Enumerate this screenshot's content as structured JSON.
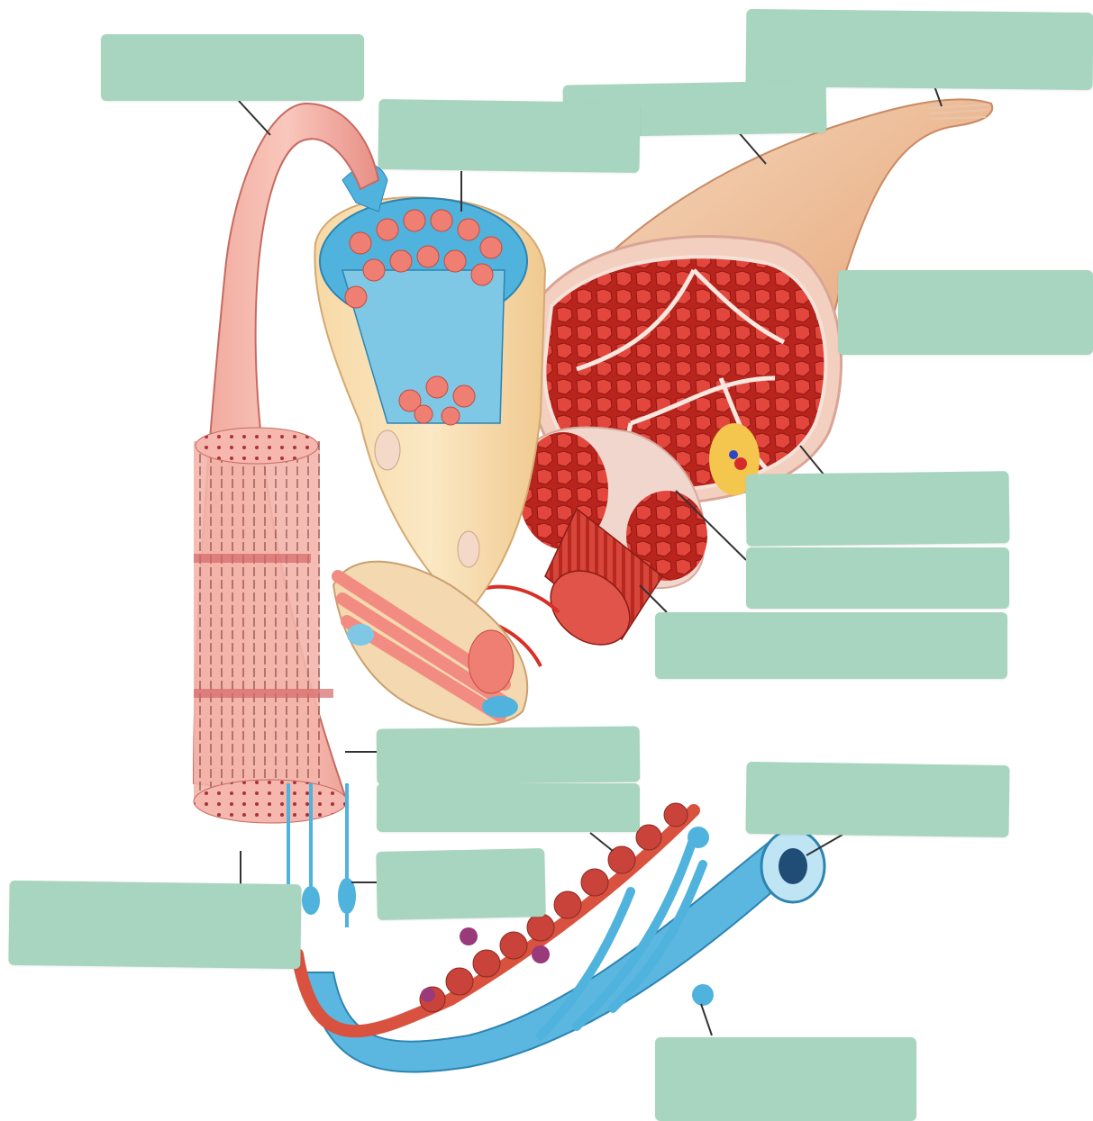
{
  "diagram": {
    "title": "",
    "labels": [
      {
        "id": "label-1",
        "text": ""
      },
      {
        "id": "label-2",
        "text": ""
      },
      {
        "id": "label-3",
        "text": ""
      },
      {
        "id": "label-4",
        "text": ""
      },
      {
        "id": "label-5",
        "text": ""
      },
      {
        "id": "label-6",
        "text": ""
      },
      {
        "id": "label-7",
        "text": ""
      },
      {
        "id": "label-8",
        "text": ""
      },
      {
        "id": "label-9",
        "text": ""
      },
      {
        "id": "label-10",
        "text": ""
      },
      {
        "id": "label-11",
        "text": ""
      },
      {
        "id": "label-12",
        "text": ""
      },
      {
        "id": "label-13",
        "text": ""
      },
      {
        "id": "label-14",
        "text": ""
      },
      {
        "id": "label-15",
        "text": ""
      }
    ]
  },
  "colors": {
    "label_fill": "#a8d5bf",
    "muscle_red": "#d9362f",
    "sarcoplasmic_blue": "#4fb3dd",
    "tendon_skin": "#f2c9a6",
    "myofibril_pink": "#f4a9a0"
  }
}
